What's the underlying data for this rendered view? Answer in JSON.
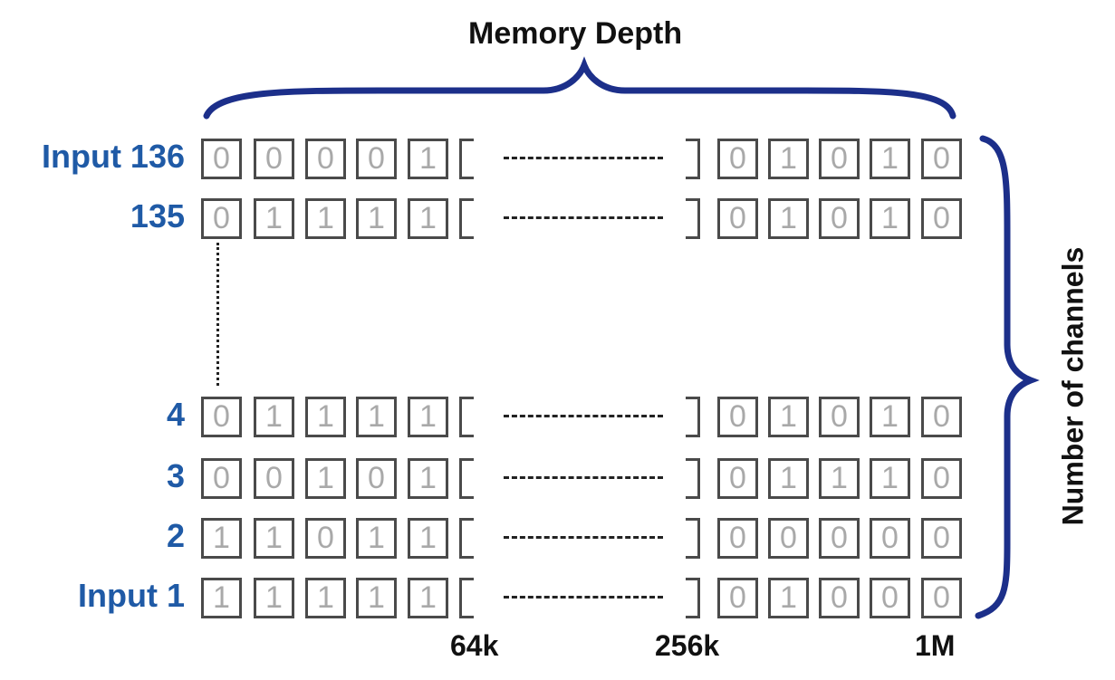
{
  "top_label": "Memory Depth",
  "side_label": "Number of channels",
  "axis_ticks": [
    "64k",
    "256k",
    "1M"
  ],
  "colors": {
    "label_blue": "#1f5aa6",
    "brace_navy": "#1c2f8a",
    "bit_grey": "#a9a9a9"
  },
  "rows": [
    {
      "label": "Input 136",
      "left_bits": [
        "0",
        "0",
        "0",
        "0",
        "1"
      ],
      "right_bits": [
        "0",
        "1",
        "0",
        "1",
        "0"
      ]
    },
    {
      "label": "135",
      "left_bits": [
        "0",
        "1",
        "1",
        "1",
        "1"
      ],
      "right_bits": [
        "0",
        "1",
        "0",
        "1",
        "0"
      ]
    },
    {
      "label": "4",
      "left_bits": [
        "0",
        "1",
        "1",
        "1",
        "1"
      ],
      "right_bits": [
        "0",
        "1",
        "0",
        "1",
        "0"
      ]
    },
    {
      "label": "3",
      "left_bits": [
        "0",
        "0",
        "1",
        "0",
        "1"
      ],
      "right_bits": [
        "0",
        "1",
        "1",
        "1",
        "0"
      ]
    },
    {
      "label": "2",
      "left_bits": [
        "1",
        "1",
        "0",
        "1",
        "1"
      ],
      "right_bits": [
        "0",
        "0",
        "0",
        "0",
        "0"
      ]
    },
    {
      "label": "Input 1",
      "left_bits": [
        "1",
        "1",
        "1",
        "1",
        "1"
      ],
      "right_bits": [
        "0",
        "1",
        "0",
        "0",
        "0"
      ]
    }
  ]
}
